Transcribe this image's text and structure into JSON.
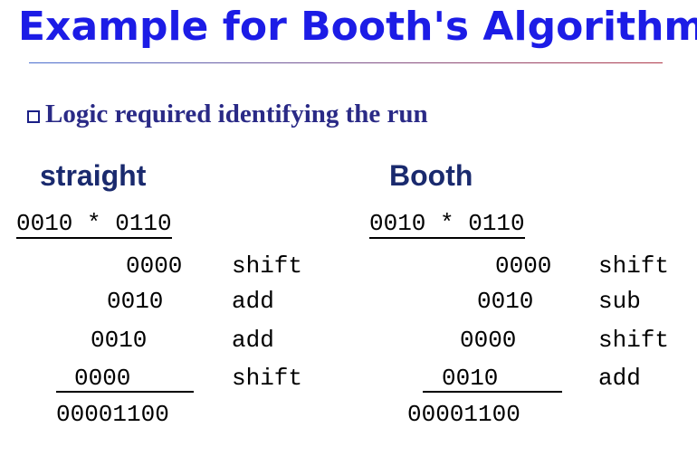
{
  "title": "Example for Booth's Algorithm",
  "bullet": "Logic required identifying the run",
  "bullet_icon": "square-bullet-icon",
  "colors": {
    "title": "#1c1ce6",
    "bullet": "#2a2a86",
    "heading": "#1a2a6e"
  },
  "straight": {
    "heading": "straight",
    "problem": "0010 * 0110",
    "rows": [
      {
        "value": "0000",
        "op": "shift"
      },
      {
        "value": "0010",
        "op": "add"
      },
      {
        "value": "0010",
        "op": "add"
      },
      {
        "value": "0000",
        "op": "shift"
      }
    ],
    "result": "00001100"
  },
  "booth": {
    "heading": "Booth",
    "problem": "0010 * 0110",
    "rows": [
      {
        "value": "0000",
        "op": "shift"
      },
      {
        "value": "0010",
        "op": "sub"
      },
      {
        "value": "0000",
        "op": "shift"
      },
      {
        "value": "0010",
        "op": "add"
      }
    ],
    "result": "00001100"
  }
}
